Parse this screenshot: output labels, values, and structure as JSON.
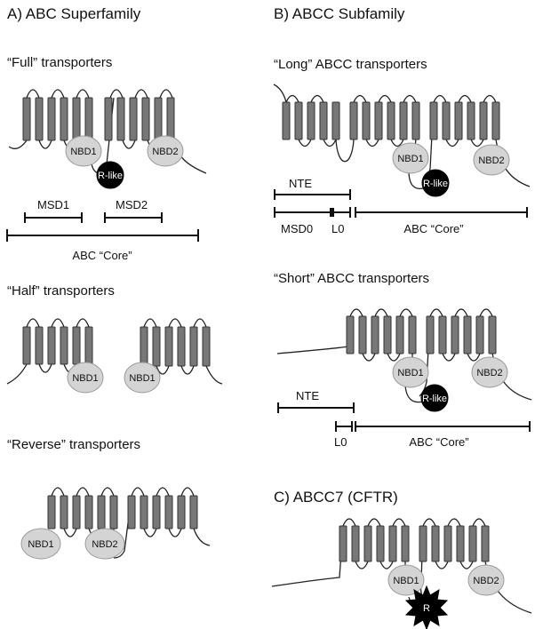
{
  "panels": {
    "a_title": "A)  ABC Superfamily",
    "b_title": "B)  ABCC Subfamily",
    "c_title": "C) ABCC7 (CFTR)"
  },
  "sections": {
    "full": "“Full” transporters",
    "half": "“Half” transporters",
    "reverse": "“Reverse” transporters",
    "long": "“Long” ABCC transporters",
    "short": "“Short” ABCC transporters"
  },
  "labels": {
    "nbd1": "NBD1",
    "nbd2": "NBD2",
    "rlike": "R-like",
    "r": "R",
    "msd1": "MSD1",
    "msd2": "MSD2",
    "msd0": "MSD0",
    "abc_core": "ABC “Core”",
    "nte": "NTE",
    "l0": "L0"
  },
  "colors": {
    "helix": "#777777",
    "nbd": "#d4d4d4",
    "r_domain": "#000000"
  }
}
